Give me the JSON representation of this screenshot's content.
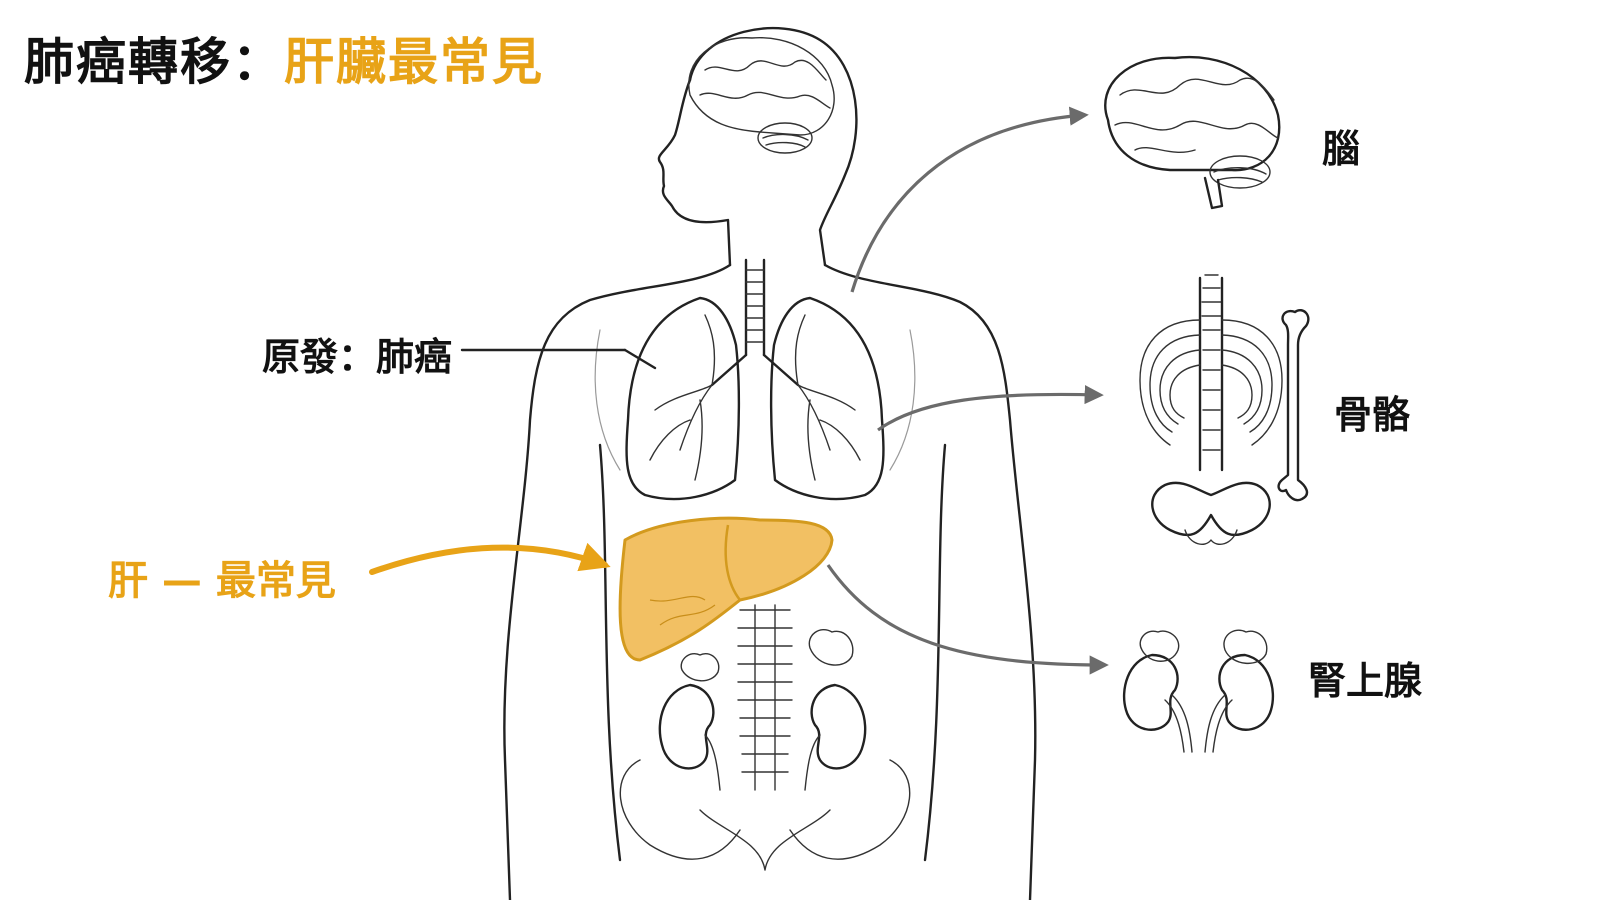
{
  "title": {
    "main": "肺癌轉移：",
    "highlight": "肝臟最常見"
  },
  "labels": {
    "primary": "原發：肺癌",
    "liver": "肝 — 最常見",
    "brain": "腦",
    "bone": "骨骼",
    "adrenal": "腎上腺"
  },
  "colors": {
    "accent": "#E8A317",
    "liver_fill": "#F2C063",
    "liver_stroke": "#D39A1E",
    "line": "#222222",
    "arrow_gray": "#6b6b6b"
  }
}
